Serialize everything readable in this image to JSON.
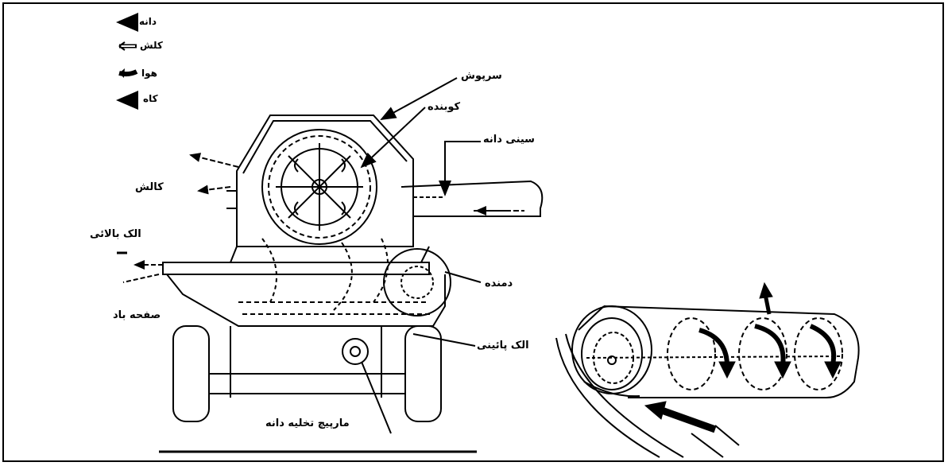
{
  "legend": [
    {
      "label": "دانه",
      "icon": "solid-arrow-icon"
    },
    {
      "label": "کلش",
      "icon": "hollow-arrow-icon"
    },
    {
      "label": "هوا",
      "icon": "thick-arrow-icon"
    },
    {
      "label": "کاه",
      "icon": "dashed-arrow-icon"
    }
  ],
  "labels": {
    "cover": "سرپوش",
    "beater": "کوبنده",
    "grain_tray": "سینی دانه",
    "chaff": "کالش",
    "upper_sieve": "الک بالائی",
    "blower": "دمنده",
    "air_plate": "صفحه باد",
    "lower_sieve": "الک پائینی",
    "grain_auger": "مارپیچ تخلیه دانه"
  }
}
